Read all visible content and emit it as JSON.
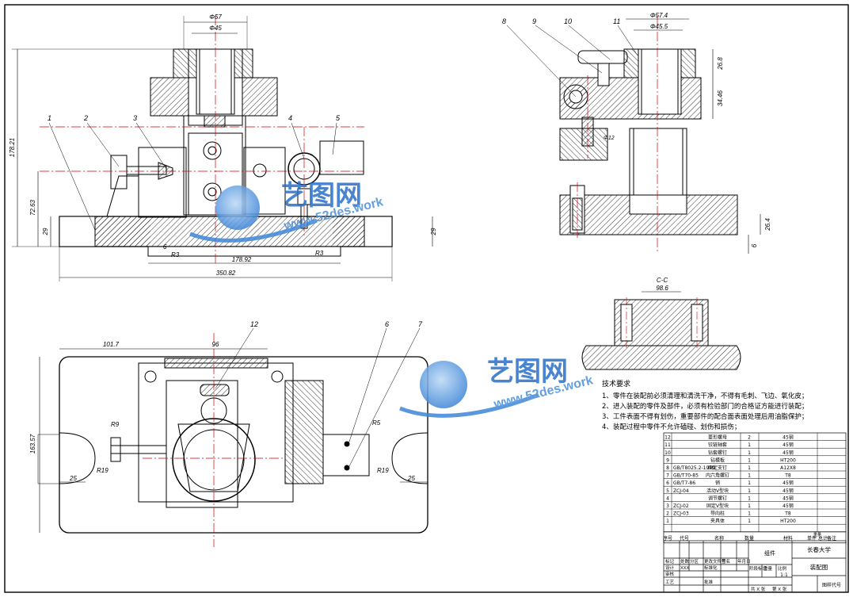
{
  "dimensions": {
    "front_overall_width": "350.82",
    "front_inner_width": "178.92",
    "front_height": "178.21",
    "front_mid_height": "72.63",
    "base_thickness_left": "29",
    "base_thickness_right": "29",
    "radius_left": "R3",
    "radius_right": "R3",
    "six_left": "6",
    "top_bore_outer": "Φ57",
    "top_bore_inner": "Φ45",
    "side_bore_outer": "Φ57.4",
    "side_bore_inner": "Φ45.5",
    "side_h1": "26.8",
    "side_h2": "34.46",
    "side_h3": "26.4",
    "side_six": "6",
    "side_pin": "Φ12",
    "plan_offset": "101.7",
    "plan_width": "96",
    "plan_height": "163.57",
    "plan_r9": "R9",
    "plan_r19_left": "R19",
    "plan_r19_right": "R19",
    "plan_25_left": "25",
    "plan_25_right": "25",
    "plan_r5": "R5",
    "section_label": "C-C",
    "section_dim": "98.6"
  },
  "balloons": {
    "front": [
      "1",
      "2",
      "3",
      "4",
      "5"
    ],
    "side": [
      "8",
      "9",
      "10",
      "11"
    ],
    "plan": [
      "12",
      "6",
      "7"
    ]
  },
  "notes": {
    "title": "技术要求",
    "items": [
      "1、零件在装配前必须清理和清洗干净，不得有毛刺、飞边、氧化皮；",
      "2、进入装配的零件及部件，必须有检验部门的合格证方能进行装配；",
      "3、工件表面不得有划伤，重要部件的配合面表面处理后用油脂保护；",
      "4、装配过程中零件不允许磕碰、划伤和损伤；"
    ]
  },
  "bom": {
    "rows": [
      {
        "no": "12",
        "code": "",
        "name": "菱形螺母",
        "qty": "2",
        "mat": "45钢"
      },
      {
        "no": "11",
        "code": "",
        "name": "铰链轴套",
        "qty": "1",
        "mat": "45钢"
      },
      {
        "no": "10",
        "code": "",
        "name": "钻套螺钉",
        "qty": "1",
        "mat": "45钢"
      },
      {
        "no": "9",
        "code": "",
        "name": "钻模板",
        "qty": "1",
        "mat": "HT200"
      },
      {
        "no": "8",
        "code": "GB/T8025.2-1999",
        "name": "固定支钉",
        "qty": "1",
        "mat": "A12X8"
      },
      {
        "no": "7",
        "code": "GB/T70-85",
        "name": "内六角螺钉",
        "qty": "1",
        "mat": "T8"
      },
      {
        "no": "6",
        "code": "GB/T7-86",
        "name": "销",
        "qty": "1",
        "mat": "45钢"
      },
      {
        "no": "5",
        "code": "ZCJ-04",
        "name": "活动V型块",
        "qty": "1",
        "mat": "45钢"
      },
      {
        "no": "4",
        "code": "",
        "name": "调节螺钉",
        "qty": "1",
        "mat": "45钢"
      },
      {
        "no": "3",
        "code": "ZCJ-02",
        "name": "固定V型块",
        "qty": "1",
        "mat": "45钢"
      },
      {
        "no": "2",
        "code": "ZCJ-03",
        "name": "导向柱",
        "qty": "1",
        "mat": "T8"
      },
      {
        "no": "1",
        "code": "",
        "name": "夹具体",
        "qty": "1",
        "mat": "HT200"
      }
    ],
    "header": [
      "序号",
      "代号",
      "名称",
      "数量",
      "材料",
      "单件",
      "总计",
      "备注"
    ],
    "header_mass": "重量"
  },
  "title_block": {
    "school": "长春大学",
    "drawing": "装配图",
    "group": "组件",
    "xxx": "XXX",
    "scale": "1:1",
    "row_labels": [
      "标记",
      "处数",
      "分区",
      "更改文件号",
      "签名",
      "年月日"
    ],
    "labels2": [
      "设计",
      "标准化",
      "审核",
      "工艺",
      "批准"
    ],
    "stage_labels": [
      "阶段标记",
      "重量",
      "比例"
    ],
    "sheets": [
      "共 X 张",
      "第 X 张"
    ],
    "code": "图样代号"
  },
  "watermark": {
    "text": "艺图网",
    "url": "www.52des.work"
  }
}
